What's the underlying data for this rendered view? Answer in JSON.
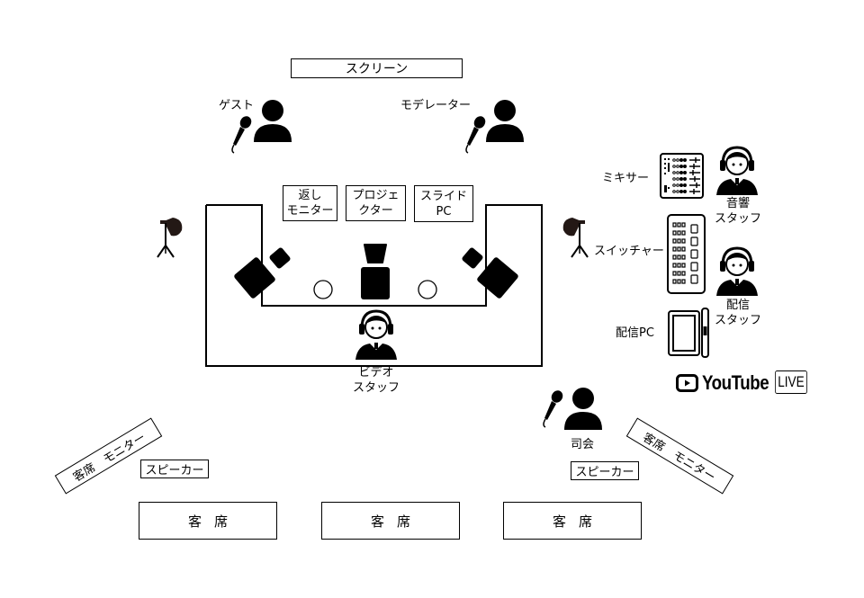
{
  "diagram": {
    "screen_label": "スクリーン",
    "people": {
      "guest": "ゲスト",
      "moderator": "モデレーター",
      "video_staff": "ビデオ\nスタッフ",
      "audio_staff": "音響\nスタッフ",
      "stream_staff": "配信\nスタッフ",
      "emcee": "司会"
    },
    "stage_boxes": {
      "return_monitor": "返し\nモニター",
      "projector": "プロジェ\nクター",
      "slide_pc": "スライド\nPC"
    },
    "equipment": {
      "mixer": "ミキサー",
      "switcher": "スイッチャー",
      "stream_pc": "配信PC"
    },
    "youtube": {
      "brand": "YouTube",
      "live": "LIVE"
    },
    "audience_monitor_left": "客席　モニター",
    "audience_monitor_right": "客席　モニター",
    "speaker_left": "スピーカー",
    "speaker_right": "スピーカー",
    "seats": [
      "客席",
      "客席",
      "客席"
    ]
  }
}
